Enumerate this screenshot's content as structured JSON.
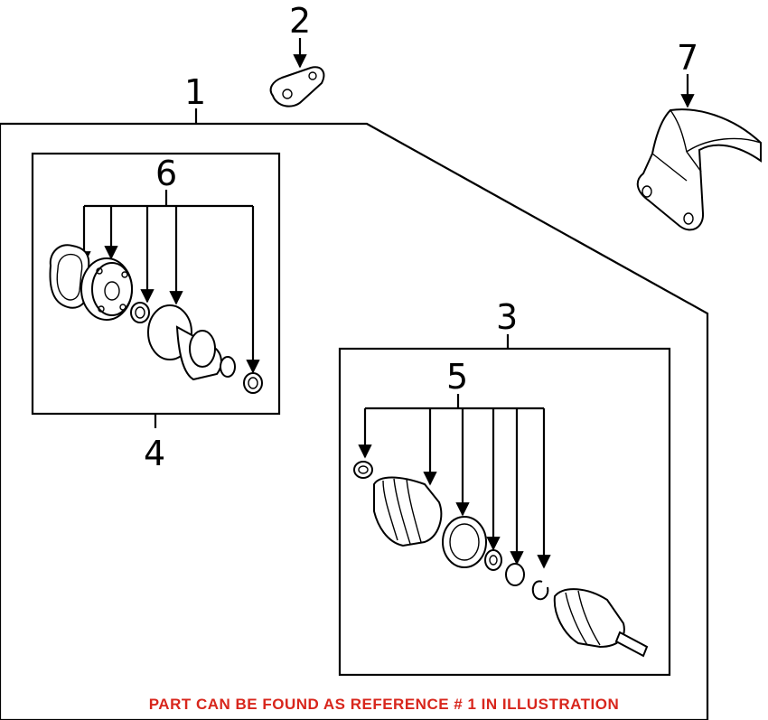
{
  "callouts": {
    "c1": "1",
    "c2": "2",
    "c3": "3",
    "c4": "4",
    "c5": "5",
    "c6": "6",
    "c7": "7"
  },
  "footer_note": "PART CAN BE FOUND AS REFERENCE # 1 IN ILLUSTRATION",
  "colors": {
    "footer_text": "#d8261c",
    "line": "#000000",
    "background": "#ffffff"
  }
}
